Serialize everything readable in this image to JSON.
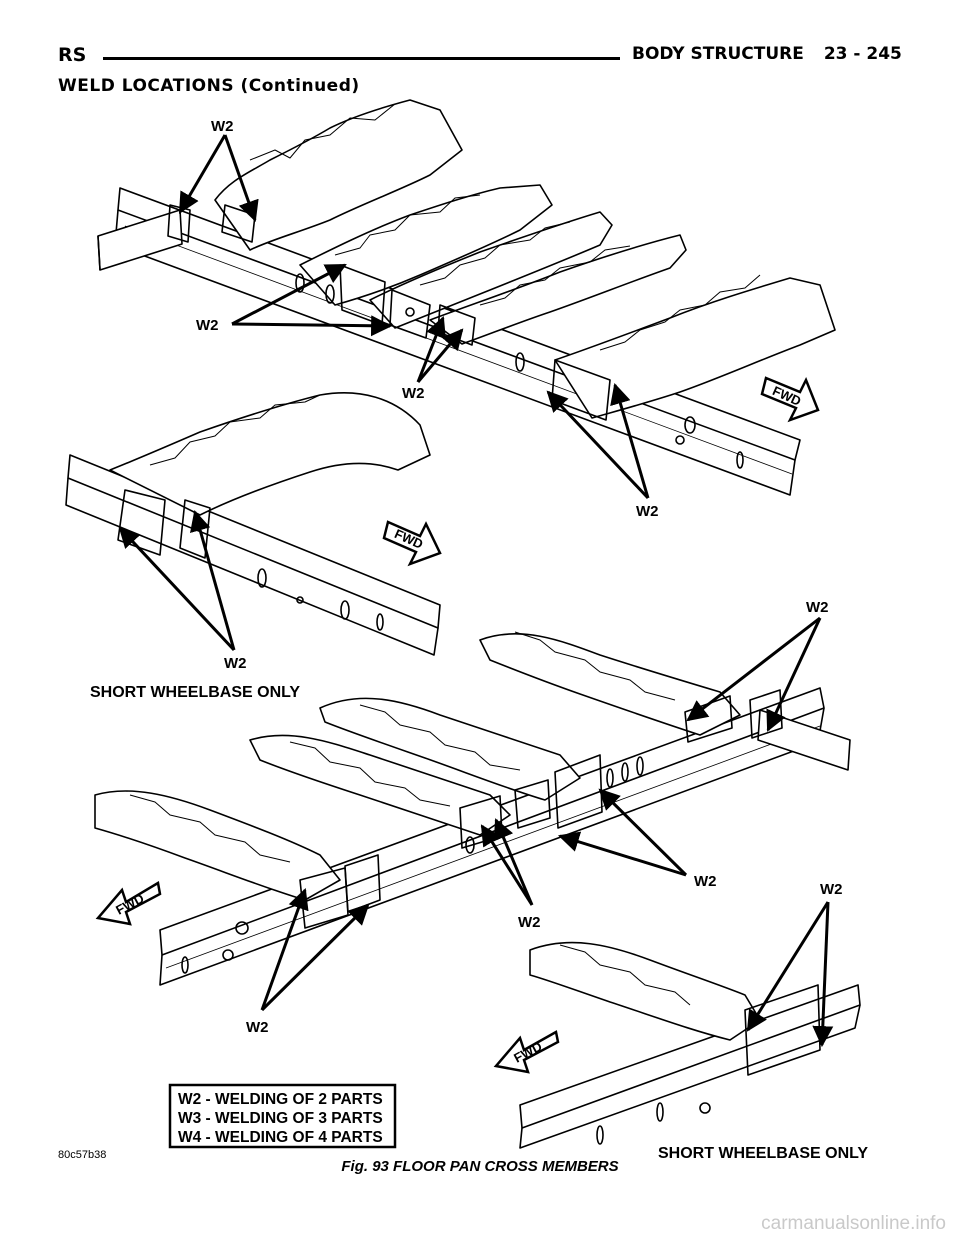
{
  "header": {
    "section_code": "RS",
    "chapter_title": "BODY STRUCTURE",
    "page_number": "23 - 245"
  },
  "section_title": "WELD LOCATIONS (Continued)",
  "figure": {
    "weld_label": "W2",
    "fwd_label": "FWD",
    "short_wheelbase_label": "SHORT WHEELBASE ONLY",
    "legend": [
      "W2 - WELDING OF 2 PARTS",
      "W3 - WELDING OF 3 PARTS",
      "W4 - WELDING OF 4 PARTS"
    ],
    "figure_id": "80c57b38",
    "caption": "Fig. 93 FLOOR PAN CROSS MEMBERS"
  },
  "watermark": "carmanualsonline.info"
}
